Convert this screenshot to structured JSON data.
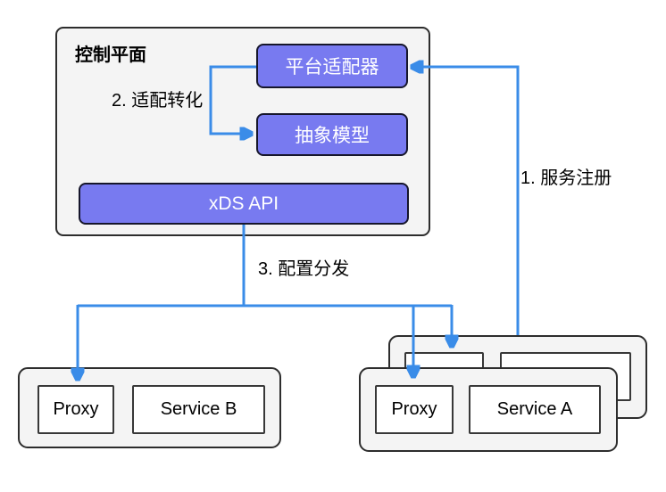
{
  "diagram": {
    "control_plane": {
      "title": "控制平面",
      "platform_adapter": "平台适配器",
      "abstract_model": "抽象模型",
      "xds_api": "xDS API"
    },
    "steps": {
      "service_registration": "1. 服务注册",
      "adaptation": "2. 适配转化",
      "config_distribution": "3. 配置分发"
    },
    "groups": {
      "service_b": {
        "proxy": "Proxy",
        "service": "Service B"
      },
      "service_a": {
        "proxy": "Proxy",
        "service": "Service A"
      }
    },
    "colors": {
      "node_fill": "#787af0",
      "arrow": "#3a8ce8",
      "card_fill": "#f4f4f4"
    }
  }
}
